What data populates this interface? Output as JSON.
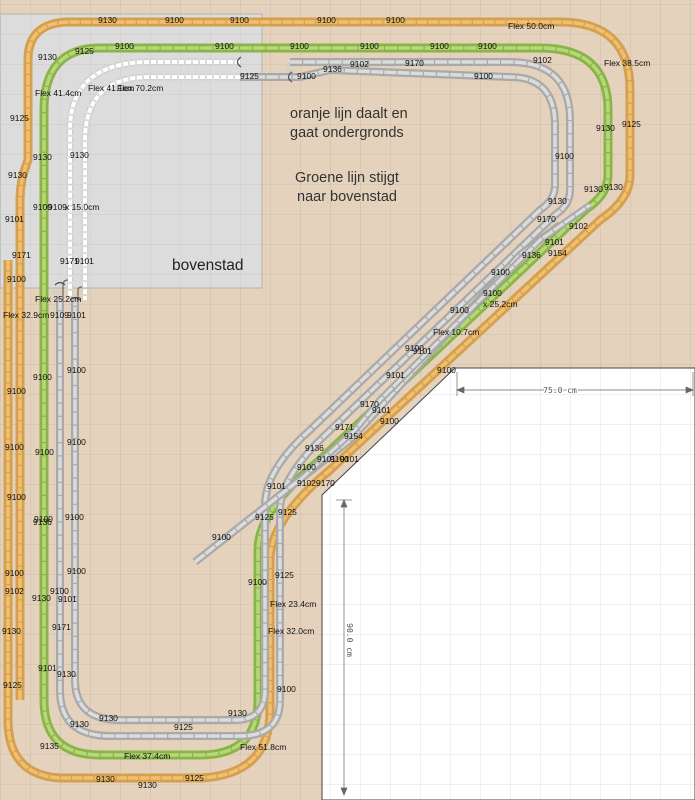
{
  "colors": {
    "board": "#e4d2bc",
    "grid": "#c6b8a6",
    "upper_board": "#dcdcdc",
    "cutout": "#ffffff",
    "cutout_grid": "#d8d8d8",
    "orange": "#e0a040",
    "green": "#99c050",
    "grey_track": "#c2c2c2",
    "rail": "#5a5a5a"
  },
  "annotations": {
    "orange_note_line1": "oranje lijn daalt en",
    "orange_note_line2": "gaat ondergronds",
    "green_note_line1": "Groene lijn stijgt",
    "green_note_line2": "naar bovenstad",
    "upper_city_label": "bovenstad"
  },
  "dimensions": {
    "width_label": "75.0 cm",
    "height_label": "90.0 cm"
  },
  "track_labels": [
    "9130",
    "9100",
    "9100",
    "9100",
    "9100",
    "Flex 50.0cm",
    "9130",
    "9125",
    "9100",
    "9100",
    "9100",
    "9100",
    "9100",
    "9100",
    "9102",
    "Flex 38.5cm",
    "9125",
    "9100",
    "9136",
    "9102",
    "9170",
    "9100",
    "Flex 41.1cm",
    "Flex 70.2cm",
    "Flex 41.4cm",
    "9125",
    "9130",
    "9125",
    "9130",
    "9130",
    "9100",
    "9130",
    "9130",
    "9130",
    "x 15.0cm",
    "9100",
    "9109",
    "9101",
    "9170",
    "9130",
    "9101",
    "9102",
    "9171",
    "9136",
    "9154",
    "9171",
    "9101",
    "9100",
    "9100",
    "x 25.2cm",
    "Flex 32.9cm",
    "Flex 25.2cm",
    "9109",
    "9101",
    "Flex 10.7cm",
    "9100",
    "9100",
    "9101",
    "9101",
    "9100",
    "9100",
    "9100",
    "9100",
    "9100",
    "9170",
    "9101",
    "9100",
    "9100",
    "9100",
    "9171",
    "9136",
    "9154",
    "9101",
    "9100",
    "9101",
    "9100",
    "9101",
    "9100",
    "9102",
    "9170",
    "9100",
    "9100",
    "9100",
    "9125",
    "9125",
    "9100",
    "9100",
    "9125",
    "9100",
    "9136",
    "9100",
    "9100",
    "9101",
    "9102",
    "9100",
    "9130",
    "Flex 23.4cm",
    "9130",
    "Flex 32.0cm",
    "9171",
    "9101",
    "9130",
    "9125",
    "9130",
    "9135",
    "9130",
    "9130",
    "9125",
    "Flex 51.8cm",
    "Flex 37.4cm",
    "9130",
    "9130",
    "9125",
    "9130",
    "9102",
    "9130"
  ]
}
